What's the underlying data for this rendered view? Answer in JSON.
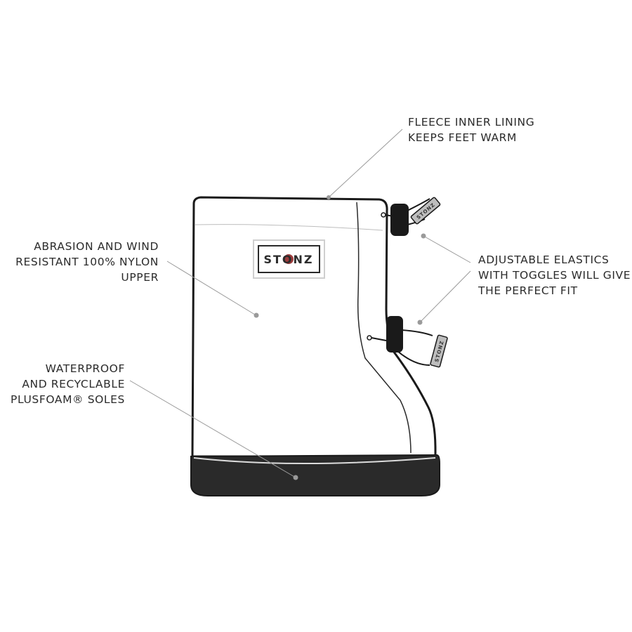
{
  "brand": {
    "logo_text": "STONZ"
  },
  "callouts": {
    "fleece": {
      "lines": [
        "FLEECE INNER LINING",
        "KEEPS FEET WARM"
      ]
    },
    "elastics": {
      "lines": [
        "ADJUSTABLE ELASTICS",
        "WITH TOGGLES WILL GIVE",
        "THE PERFECT FIT"
      ]
    },
    "nylon": {
      "lines": [
        "ABRASION AND WIND",
        "RESISTANT 100% NYLON",
        "UPPER"
      ]
    },
    "soles": {
      "lines": [
        "WATERPROOF",
        "AND RECYCLABLE",
        "PLUSFOAM® SOLES"
      ]
    }
  },
  "colors": {
    "outline": "#1a1a1a",
    "sole": "#2a2a2a",
    "leader": "#9a9a9a",
    "logo_accent": "#8b1a1a"
  },
  "icons": [
    "boot-illustration",
    "toggle-icon",
    "stonz-logo"
  ]
}
